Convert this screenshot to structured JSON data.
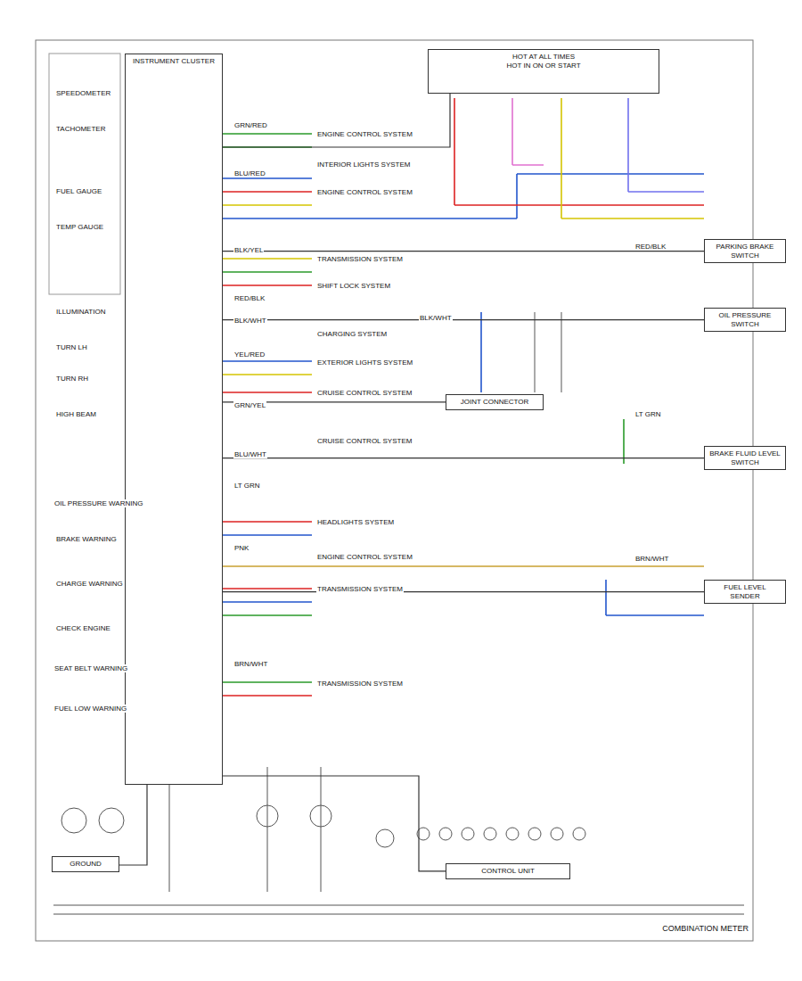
{
  "diagram": {
    "caption": "COMBINATION METER",
    "nodes": [
      {
        "text": [
          "INSTRUMENT CLUSTER"
        ]
      },
      {
        "text": [
          "HOT AT ALL TIMES",
          "HOT IN ON OR START"
        ]
      },
      {
        "text": [
          "PARKING BRAKE SWITCH"
        ]
      },
      {
        "text": [
          "OIL PRESSURE SWITCH"
        ]
      },
      {
        "text": [
          "BRAKE FLUID LEVEL SWITCH"
        ]
      },
      {
        "text": [
          "FUEL LEVEL SENDER"
        ]
      },
      {
        "text": [
          "CONTROL UNIT"
        ]
      },
      {
        "text": [
          "GROUND"
        ]
      },
      {
        "text": [
          "JOINT CONNECTOR"
        ]
      }
    ],
    "edges": [
      {
        "from": 1,
        "to": 0,
        "arrow": "none"
      },
      {
        "from": 0,
        "to": 2,
        "arrow": "none"
      },
      {
        "from": 0,
        "to": 3,
        "arrow": "none"
      },
      {
        "from": 0,
        "to": 8,
        "arrow": "none"
      },
      {
        "from": 0,
        "to": 4,
        "arrow": "none"
      },
      {
        "from": 0,
        "to": 5,
        "arrow": "none"
      },
      {
        "from": 0,
        "to": 6,
        "arrow": "none"
      },
      {
        "from": 0,
        "to": 7,
        "arrow": "none"
      }
    ],
    "labels": [
      "SPEEDOMETER",
      "TACHOMETER",
      "FUEL GAUGE",
      "TEMP GAUGE",
      "ILLUMINATION",
      "TURN LH",
      "TURN RH",
      "HIGH BEAM",
      "OIL PRESSURE WARNING",
      "BRAKE WARNING",
      "CHARGE WARNING",
      "CHECK ENGINE",
      "SEAT BELT WARNING",
      "FUEL LOW WARNING",
      "ENGINE CONTROL SYSTEM",
      "INTERIOR LIGHTS SYSTEM",
      "ENGINE CONTROL SYSTEM",
      "TRANSMISSION SYSTEM",
      "SHIFT LOCK SYSTEM",
      "CHARGING SYSTEM",
      "EXTERIOR LIGHTS SYSTEM",
      "CRUISE CONTROL SYSTEM",
      "CRUISE CONTROL SYSTEM",
      "HEADLIGHTS SYSTEM",
      "ENGINE CONTROL SYSTEM",
      "TRANSMISSION SYSTEM",
      "TRANSMISSION SYSTEM",
      "GRN/RED",
      "BLU/RED",
      "BLK/YEL",
      "RED/BLK",
      "BLK/WHT",
      "YEL/RED",
      "GRN/YEL",
      "BLU/WHT",
      "LT GRN",
      "PNK",
      "BRN/WHT",
      "BLK/WHT",
      "LT GRN",
      "RED/BLK",
      "BRN/WHT"
    ]
  }
}
